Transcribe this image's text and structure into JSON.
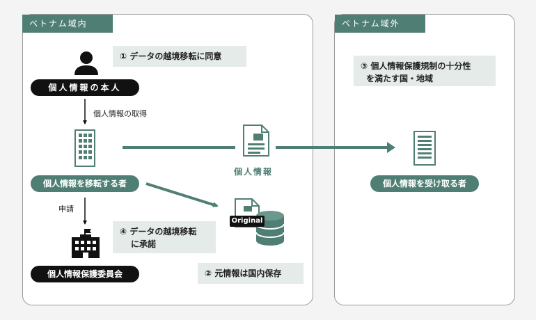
{
  "vietnam_inside": {
    "tab": "ベトナム域内",
    "consent_note": "① データの越境移転に同意",
    "person_label": "個人情報の本人",
    "acquisition_label": "個人情報の取得",
    "transferor_label": "個人情報を移転する者",
    "application_label": "申請",
    "approval_note_line1": "④ データの越境移転",
    "approval_note_line2": "に承諾",
    "committee_label": "個人情報保護委員会",
    "original_tag": "Original",
    "storage_note": "② 元情報は国内保存"
  },
  "flow_label": "個人情報",
  "vietnam_outside": {
    "tab": "ベトナム域外",
    "adequacy_note_line1": "③ 個人情報保護規制の十分性",
    "adequacy_note_line2": "を満たす国・地域",
    "recipient_label": "個人情報を受け取る者"
  }
}
